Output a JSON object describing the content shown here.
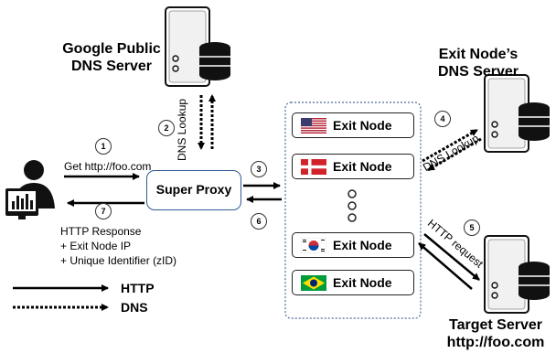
{
  "google_dns": {
    "line1": "Google Public",
    "line2": "DNS Server"
  },
  "exit_dns": {
    "line1": "Exit Node’s",
    "line2": "DNS Server"
  },
  "target": {
    "line1": "Target Server",
    "line2": "http://foo.com"
  },
  "super_proxy": {
    "label": "Super Proxy"
  },
  "exit_nodes": [
    "Exit Node",
    "Exit Node",
    "Exit Node",
    "Exit Node"
  ],
  "steps": [
    "1",
    "2",
    "3",
    "4",
    "5",
    "6",
    "7"
  ],
  "request": {
    "text": "Get http://foo.com"
  },
  "dns_lookup_google": "DNS Lookup",
  "dns_lookup_exit": "DNS Lookup",
  "http_request": "HTTP request",
  "response": {
    "line1": "HTTP Response",
    "line2": "+ Exit Node IP",
    "line3": "+ Unique Identifier (zID)"
  },
  "legend": {
    "http": "HTTP",
    "dns": "DNS"
  },
  "flags": [
    "United States",
    "Denmark",
    "South Korea",
    "Brazil"
  ]
}
